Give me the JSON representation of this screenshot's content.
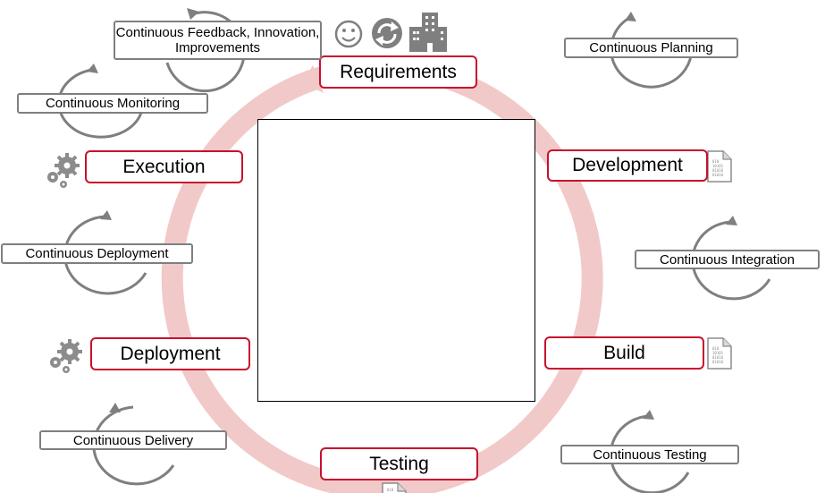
{
  "title_fragment": "",
  "colors": {
    "stage_border": "#c8102e",
    "cycle_ring": "#f2c9c9",
    "loop_gray": "#7f7f7f",
    "icon_gray": "#8c8c8c"
  },
  "stages": {
    "requirements": "Requirements",
    "development": "Development",
    "build": "Build",
    "testing": "Testing",
    "deployment": "Deployment",
    "execution": "Execution"
  },
  "continuous": {
    "feedback": "Continuous Feedback, Innovation, Improvements",
    "planning": "Continuous Planning",
    "monitoring": "Continuous Monitoring",
    "integration": "Continuous Integration",
    "deployment": "Continuous Deployment",
    "testing": "Continuous Testing",
    "delivery": "Continuous Delivery"
  },
  "icons": [
    "smiley-icon",
    "refresh-icon",
    "building-icon",
    "gears-icon",
    "binary-document-icon"
  ]
}
